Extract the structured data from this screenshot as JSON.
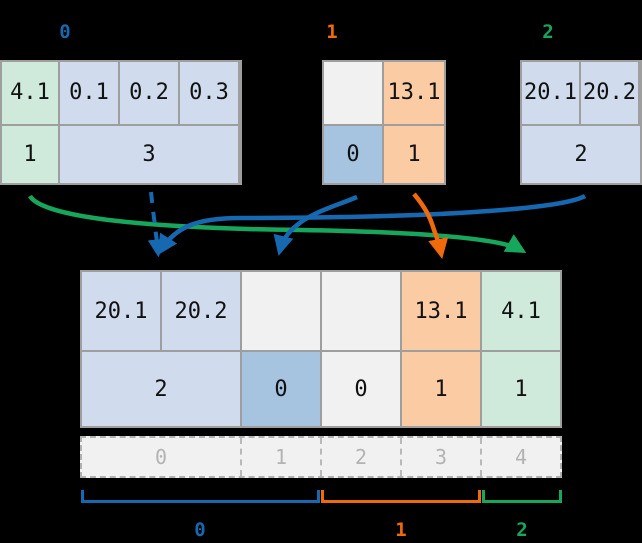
{
  "colors": {
    "blue": "#1668b0",
    "orange": "#f0690a",
    "green": "#16a75c",
    "cell_blue": "#d0dced",
    "cell_blue_dark": "#a6c4df",
    "cell_orange": "#fbcba4",
    "cell_green": "#cfeada",
    "cell_empty": "#f1f1f1",
    "border_gray": "#9e9e9e",
    "index_text": "#b3b3b3"
  },
  "top_groups": [
    {
      "label": "0",
      "label_color": "#1668b0",
      "values_row": [
        "4.1",
        "0.1",
        "0.2",
        "0.3"
      ],
      "values_fills": [
        "green",
        "blue",
        "blue",
        "blue"
      ],
      "counts_row": [
        {
          "text": "1",
          "span": 1,
          "fill": "green"
        },
        {
          "text": "3",
          "span": 3,
          "fill": "blue"
        }
      ]
    },
    {
      "label": "1",
      "label_color": "#f0690a",
      "values_row": [
        "",
        "13.1"
      ],
      "values_fills": [
        "white",
        "orange"
      ],
      "counts_row": [
        {
          "text": "0",
          "span": 1,
          "fill": "blue2"
        },
        {
          "text": "1",
          "span": 1,
          "fill": "orange"
        }
      ]
    },
    {
      "label": "2",
      "label_color": "#16a75c",
      "values_row": [
        "20.1",
        "20.2"
      ],
      "values_fills": [
        "blue",
        "blue"
      ],
      "counts_row": [
        {
          "text": "2",
          "span": 2,
          "fill": "blue"
        }
      ]
    }
  ],
  "merged_table": {
    "values_row": [
      "20.1",
      "20.2",
      "",
      "",
      "13.1",
      "4.1"
    ],
    "values_fills": [
      "blue",
      "blue",
      "white",
      "white",
      "orange",
      "green"
    ],
    "counts_row": [
      {
        "text": "2",
        "span": 2,
        "fill": "blue"
      },
      {
        "text": "0",
        "span": 1,
        "fill": "blue2"
      },
      {
        "text": "0",
        "span": 1,
        "fill": "white"
      },
      {
        "text": "1",
        "span": 1,
        "fill": "orange"
      },
      {
        "text": "1",
        "span": 1,
        "fill": "green"
      }
    ]
  },
  "index_bar": {
    "cells": [
      {
        "text": "0",
        "span": 2
      },
      {
        "text": "1",
        "span": 1
      },
      {
        "text": "2",
        "span": 1
      },
      {
        "text": "3",
        "span": 1
      },
      {
        "text": "4",
        "span": 1
      }
    ]
  },
  "brackets": [
    {
      "label": "0",
      "color": "#1668b0",
      "start": 0,
      "span": 3
    },
    {
      "label": "1",
      "color": "#f0690a",
      "start": 3,
      "span": 2
    },
    {
      "label": "2",
      "color": "#16a75c",
      "start": 5,
      "span": 1
    }
  ],
  "arrows": [
    {
      "name": "green-arrow-group0-to-slot4",
      "color": "#16a75c",
      "style": "solid"
    },
    {
      "name": "blue-dashed-arrow-group0-to-slot1",
      "color": "#1668b0",
      "style": "dashed"
    },
    {
      "name": "blue-arrow-group1-to-slot2",
      "color": "#1668b0",
      "style": "solid"
    },
    {
      "name": "orange-arrow-group1-to-slot3",
      "color": "#f0690a",
      "style": "solid"
    },
    {
      "name": "blue-arrow-group2-to-slot1",
      "color": "#1668b0",
      "style": "solid"
    }
  ]
}
